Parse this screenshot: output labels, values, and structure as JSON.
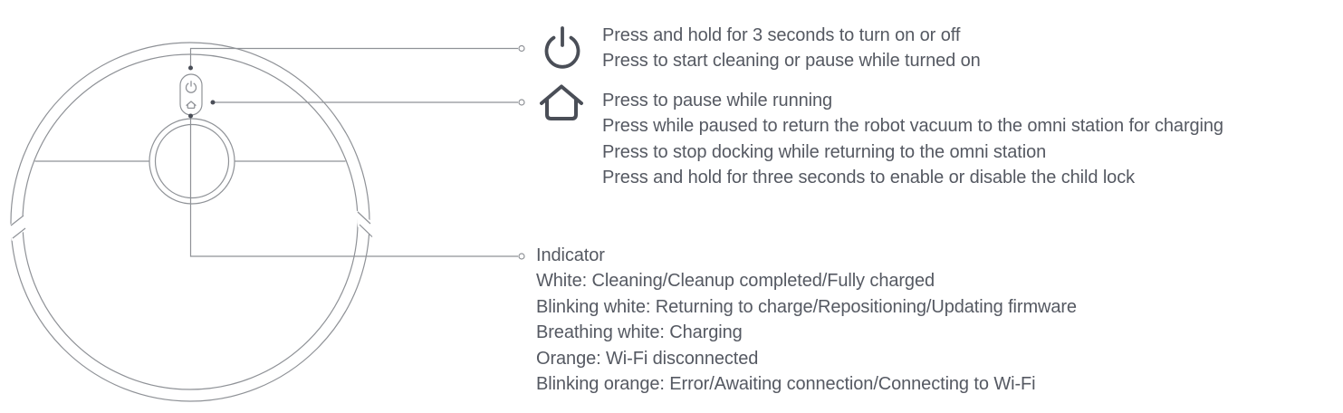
{
  "colors": {
    "diagram_line": "#8F9297",
    "icon_stroke": "#4A4E57",
    "text": "#555962"
  },
  "callouts": {
    "power": {
      "icon": "power-icon",
      "lines": [
        "Press and hold for 3 seconds to turn on or off",
        "Press to start cleaning or pause while turned on"
      ]
    },
    "home": {
      "icon": "home-icon",
      "lines": [
        "Press to pause while running",
        "Press while paused to return the robot vacuum to the omni station for charging",
        "Press to stop docking while returning to the omni station",
        "Press and hold for three seconds to enable or disable the child lock"
      ]
    },
    "indicator": {
      "title": "Indicator",
      "lines": [
        "White: Cleaning/Cleanup completed/Fully charged",
        "Blinking white: Returning to charge/Repositioning/Updating firmware",
        "Breathing white: Charging",
        "Orange: Wi-Fi disconnected",
        "Blinking orange: Error/Awaiting connection/Connecting to Wi-Fi"
      ]
    }
  }
}
